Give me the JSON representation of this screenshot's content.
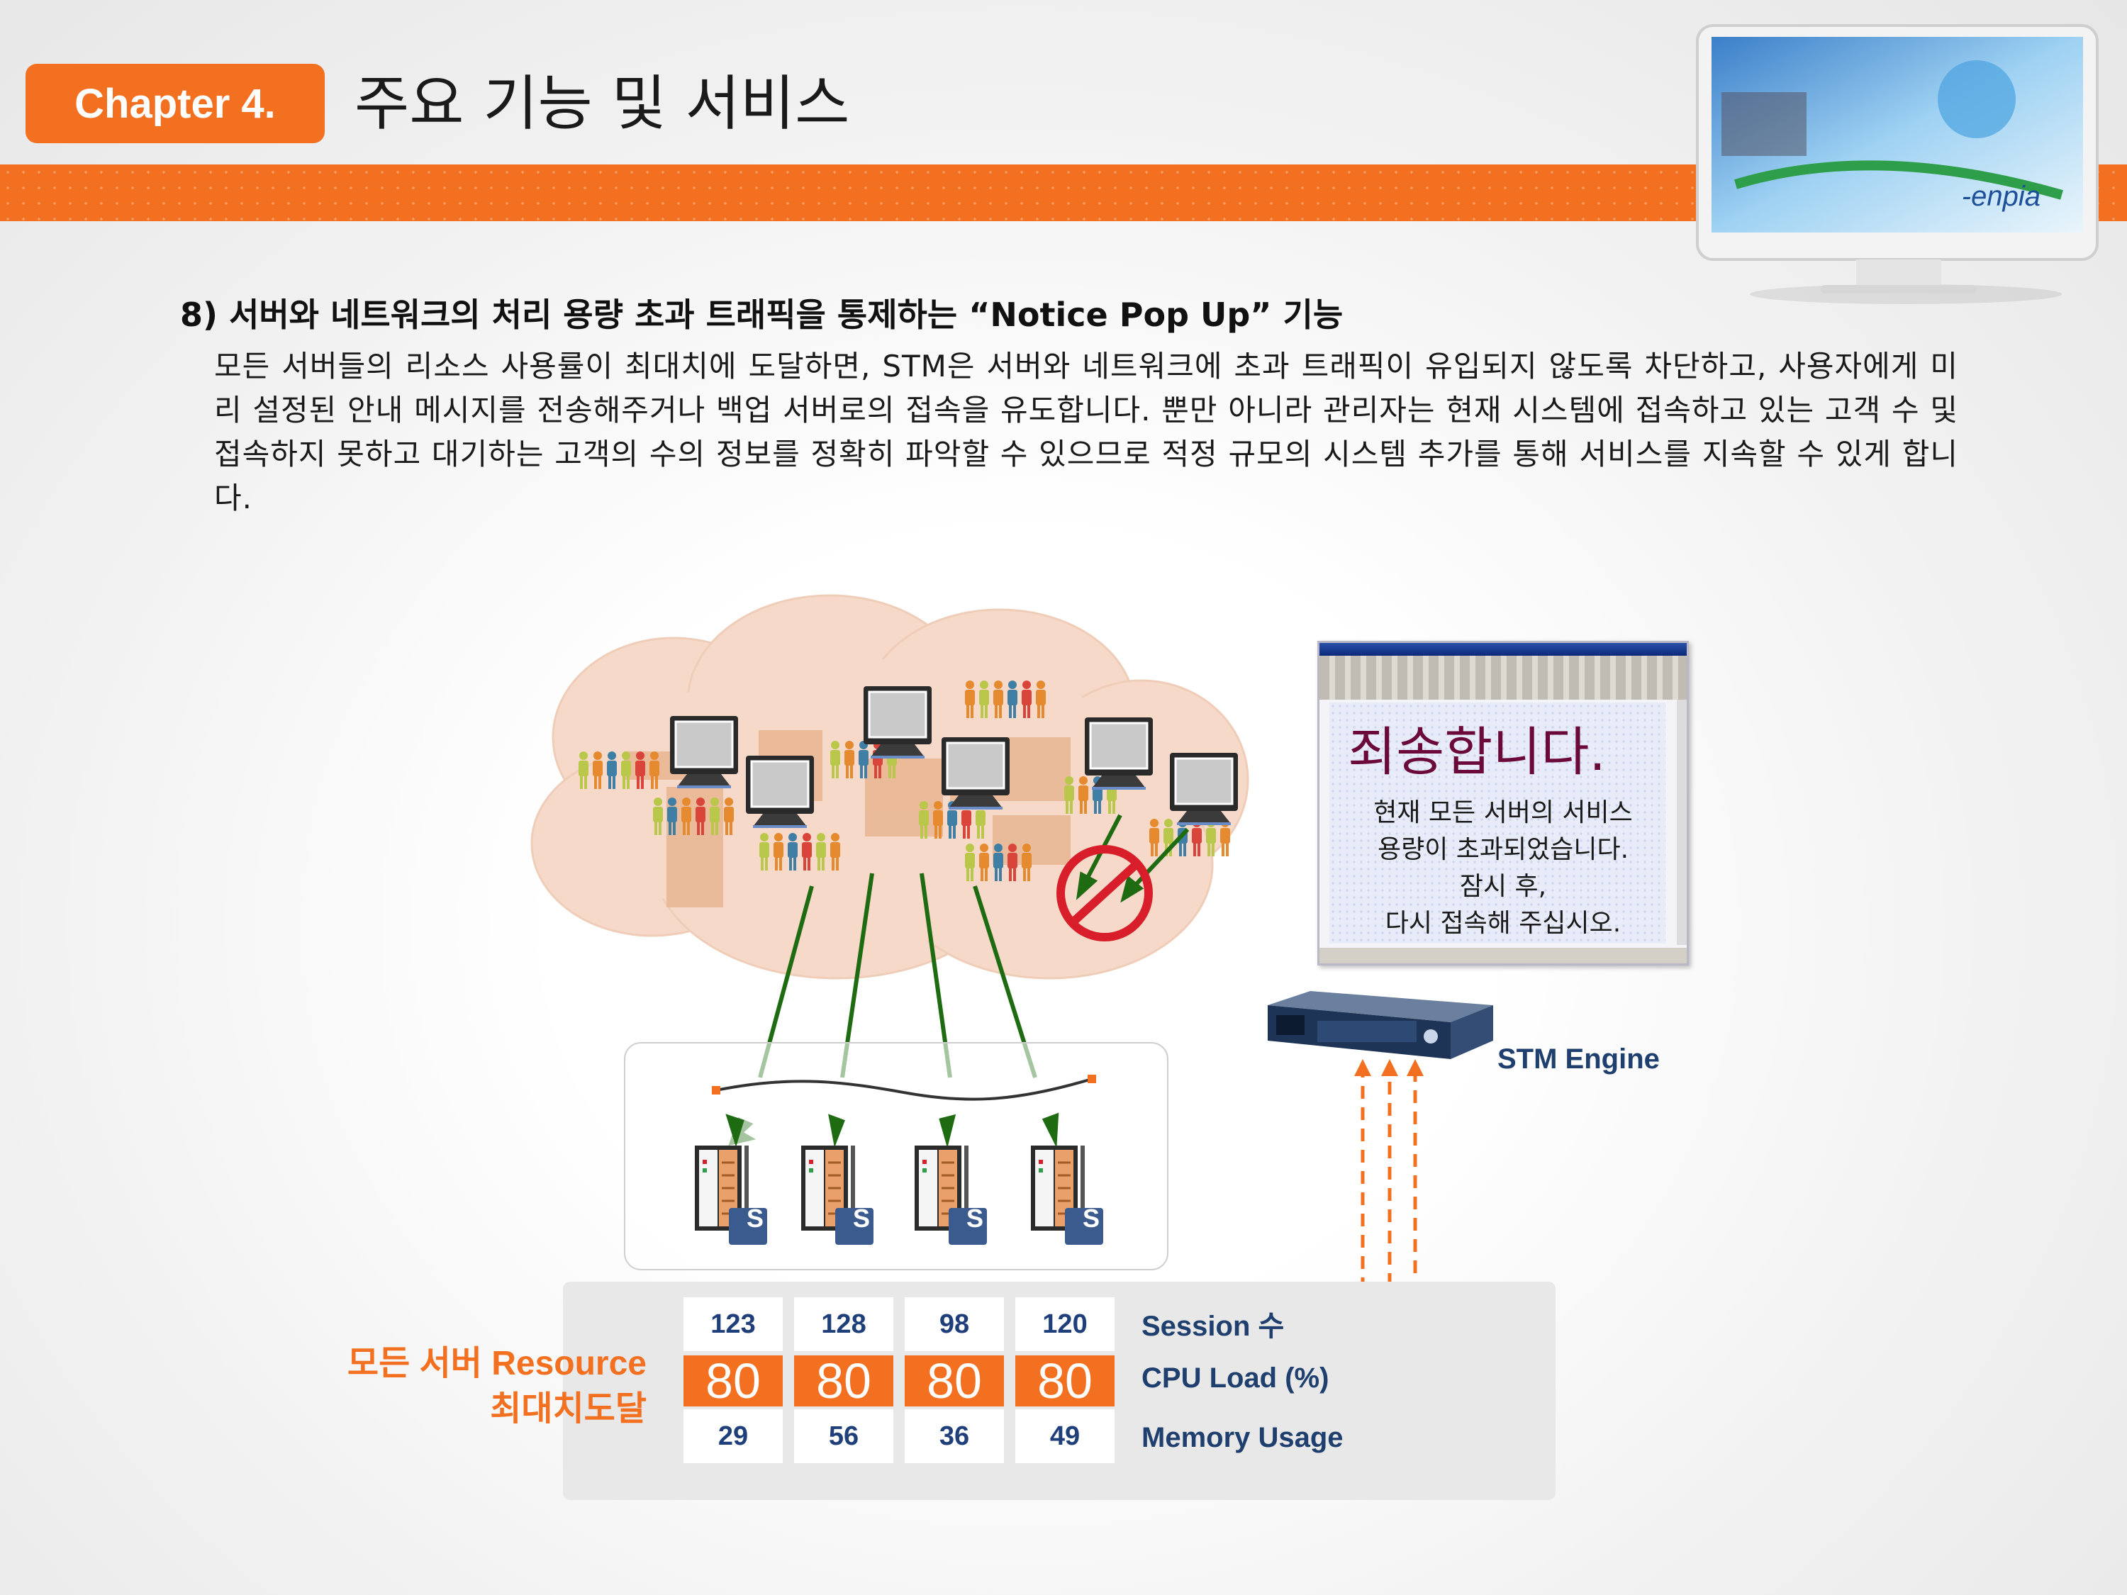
{
  "header": {
    "chapter": "Chapter 4.",
    "title": "주요 기능 및 서비스"
  },
  "section": {
    "heading": "8) 서버와 네트워크의 처리 용량 초과 트래픽을 통제하는  “Notice Pop Up” 기능",
    "body": "모든 서버들의 리소스 사용률이 최대치에 도달하면, STM은 서버와 네트워크에 초과 트래픽이 유입되지 않도록 차단하고, 사용자에게 미리 설정된 안내 메시지를 전송해주거나 백업 서버로의 접속을 유도합니다. 뿐만 아니라 관리자는 현재 시스템에 접속하고 있는 고객 수 및 접속하지 못하고 대기하는 고객의 수의 정보를 정확히 파악할 수 있으므로 적정 규모의 시스템 추가를 통해 서비스를 지속할 수 있게 합니다."
  },
  "popup": {
    "heading": "죄송합니다.",
    "lines": [
      "현재 모든 서버의 서비스",
      "용량이 초과되었습니다.",
      "잠시 후,",
      "다시 접속해 주십시오."
    ]
  },
  "stm_label": "STM Engine",
  "server_badge": "S",
  "servers": [
    {
      "session": "123",
      "cpu": "80",
      "memory": "29"
    },
    {
      "session": "128",
      "cpu": "80",
      "memory": "56"
    },
    {
      "session": "98",
      "cpu": "80",
      "memory": "36"
    },
    {
      "session": "120",
      "cpu": "80",
      "memory": "49"
    }
  ],
  "metrics": {
    "session": "Session 수",
    "cpu": "CPU Load (%)",
    "memory": "Memory Usage"
  },
  "resource_note": [
    "모든 서버 Resource",
    "최대치도달"
  ],
  "colors": {
    "accent": "#f37021",
    "navy": "#1f3f6e",
    "arrow_green": "#1e6b12",
    "block_red": "#d81e2a"
  },
  "icons": [
    "monitor-icon",
    "cloud-icon",
    "people-icon",
    "computer-icon",
    "block-icon",
    "rack-server-icon",
    "server-tower-icon"
  ]
}
